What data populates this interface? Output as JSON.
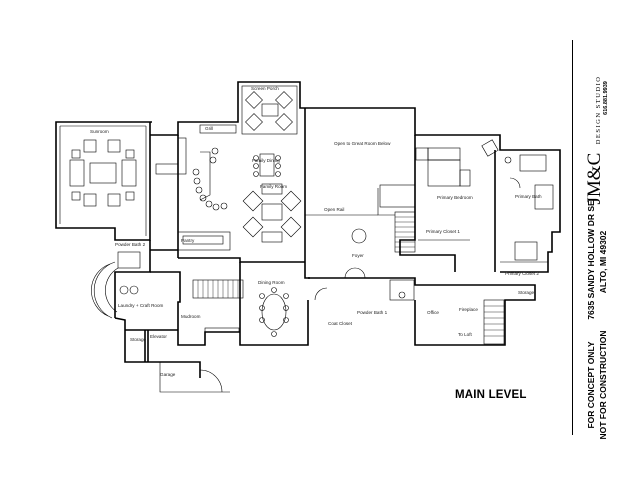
{
  "rooms": {
    "sunroom": "Sunroom",
    "screen_porch": "Screen Porch",
    "grill": "Grill",
    "family_dining": "Family Dining",
    "family_room": "Family Room",
    "pantry": "Pantry",
    "powder_bath_2": "Powder Bath 2",
    "laundry_craft": "Laundry + Craft Room",
    "mudroom": "Mudroom",
    "storage_left": "Storage",
    "elevator": "Elevator",
    "garage": "Garage",
    "dining_room": "Dining Room",
    "coat_closet": "Coat Closet",
    "open_to_great_room": "Open to Great Room Below",
    "open_rail": "Open Rail",
    "foyer": "Foyer",
    "powder_bath_1": "Powder Bath 1",
    "primary_bedroom": "Primary Bedroom",
    "primary_closet_1": "Primary Closet 1",
    "primary_bath": "Primary Bath",
    "primary_closet_2": "Primary Closet 2",
    "storage_right": "Storage",
    "office": "Office",
    "fireplace": "Fireplace",
    "to_loft": "To Loft"
  },
  "level_title": "MAIN LEVEL",
  "titleblock": {
    "phone": "616.881.9939",
    "logo_initials": "JM&C",
    "logo_words": "DESIGN STUDIO",
    "address_line1": "7635 SANDY HOLLOW DR SE",
    "address_line2": "ALTO, MI 49302",
    "disclaimer_line1": "FOR CONCEPT ONLY",
    "disclaimer_line2": "NOT FOR CONSTRUCTION"
  }
}
